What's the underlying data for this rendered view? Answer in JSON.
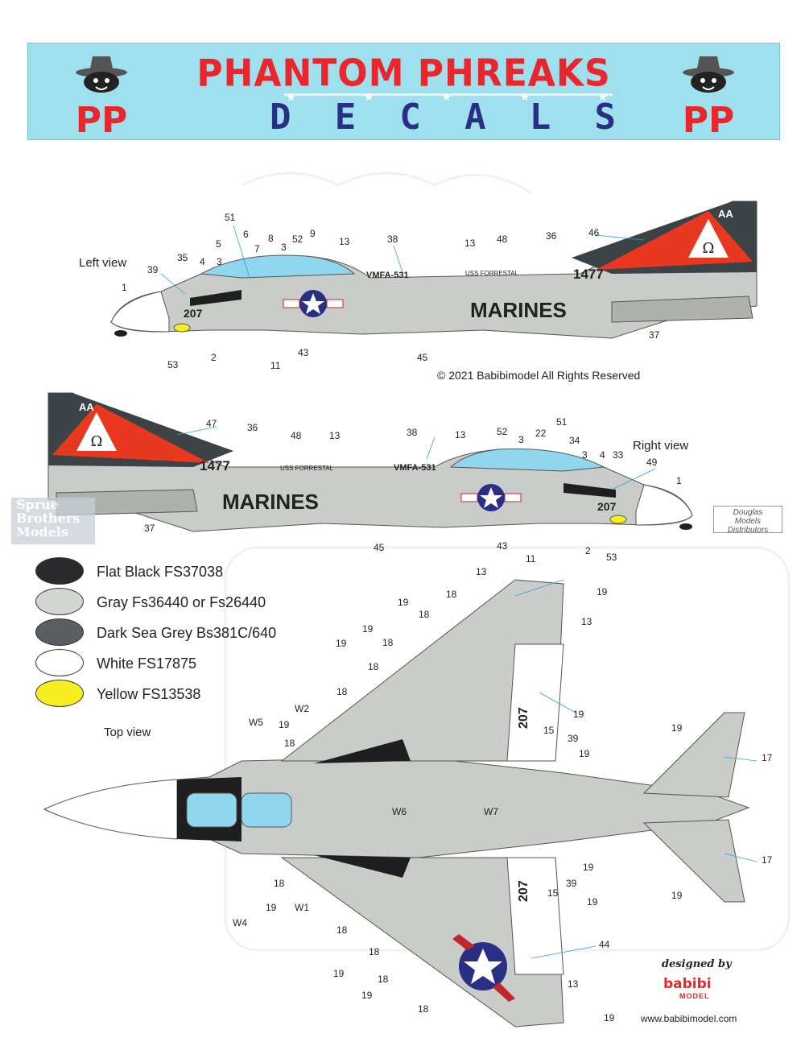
{
  "banner": {
    "title": "PHANTOM PHREAKS",
    "subtitle_letters": [
      "D",
      "E",
      "C",
      "A",
      "L",
      "S"
    ],
    "mascot_monogram": "PP"
  },
  "colors": {
    "banner_bg": "#9fe0ee",
    "title_red": "#e8262b",
    "subtitle_blue": "#2a2f86",
    "aircraft_gray": "#c9ccc8",
    "canopy_blue": "#8fd6ee",
    "tail_dark": "#3c4347",
    "tail_red": "#e8381f",
    "callout_line": "#29a3d6"
  },
  "views": {
    "left": "Left view",
    "right": "Right view",
    "top": "Top view"
  },
  "aircraft_markings": {
    "unit": "VMFA-531",
    "ship": "USS FORRESTAL",
    "service": "MARINES",
    "modex": "207",
    "bureau": "1477",
    "tail_code": "AA"
  },
  "callouts_left": [
    "51",
    "6",
    "5",
    "7",
    "8",
    "3",
    "52",
    "9",
    "35",
    "4",
    "3",
    "39",
    "1",
    "13",
    "38",
    "13",
    "48",
    "36",
    "46",
    "53",
    "2",
    "11",
    "43",
    "45",
    "37"
  ],
  "callouts_right": [
    "47",
    "36",
    "48",
    "13",
    "38",
    "13",
    "52",
    "3",
    "22",
    "51",
    "34",
    "3",
    "4",
    "33",
    "49",
    "1",
    "37",
    "45",
    "43",
    "11",
    "2",
    "53"
  ],
  "callouts_top": [
    "13",
    "19",
    "18",
    "18",
    "19",
    "13",
    "19",
    "18",
    "19",
    "18",
    "18",
    "19",
    "W2",
    "W5",
    "19",
    "18",
    "15",
    "39",
    "19",
    "W6",
    "W7",
    "19",
    "17",
    "17",
    "19",
    "18",
    "W1",
    "W4",
    "19",
    "39",
    "15",
    "19",
    "18",
    "19",
    "44",
    "18",
    "13",
    "19",
    "18",
    "19",
    "18",
    "19"
  ],
  "copyright": "© 2021 Babibimodel All Rights Reserved",
  "legend": [
    {
      "label": "Flat Black FS37038",
      "color": "#2b2b2e"
    },
    {
      "label": "Gray Fs36440 or Fs26440",
      "color": "#d3d5d3"
    },
    {
      "label": "Dark Sea Grey Bs381C/640",
      "color": "#5a5d62"
    },
    {
      "label": "White FS17875",
      "color": "#ffffff"
    },
    {
      "label": "Yellow FS13538",
      "color": "#f7ee1f"
    }
  ],
  "watermark": [
    "Sprue",
    "Brothers",
    "Models"
  ],
  "distributor": [
    "Douglas",
    "Models",
    "Distributors"
  ],
  "credits": {
    "designed_by": "designed by",
    "logo": "babibi",
    "logo_sub": "MODEL",
    "website": "www.babibimodel.com"
  }
}
